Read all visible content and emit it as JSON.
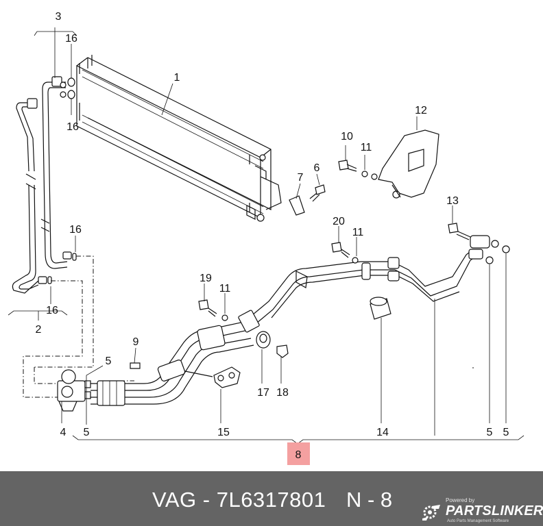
{
  "callouts": {
    "c1": "1",
    "c2": "2",
    "c3": "3",
    "c4": "4",
    "c5a": "5",
    "c5b": "5",
    "c5c": "5",
    "c5d": "5",
    "c6": "6",
    "c7": "7",
    "c8": "8",
    "c9": "9",
    "c10": "10",
    "c11a": "11",
    "c11b": "11",
    "c11c": "11",
    "c12": "12",
    "c13": "13",
    "c14": "14",
    "c15": "15",
    "c16a": "16",
    "c16b": "16",
    "c16c": "16",
    "c16d": "16",
    "c17": "17",
    "c18": "18",
    "c19": "19",
    "c20": "20"
  },
  "footer": {
    "title": "VAG - 7L6317801",
    "ref": "N - 8",
    "logo_powered": "Powered by",
    "logo_name": "PARTSLINKER",
    "logo_tag": "Auto Parts Management Software",
    "logo_icon": "gear-car-icon"
  },
  "colors": {
    "footer_bg": "#646464",
    "highlight": "#f4a0a0"
  }
}
